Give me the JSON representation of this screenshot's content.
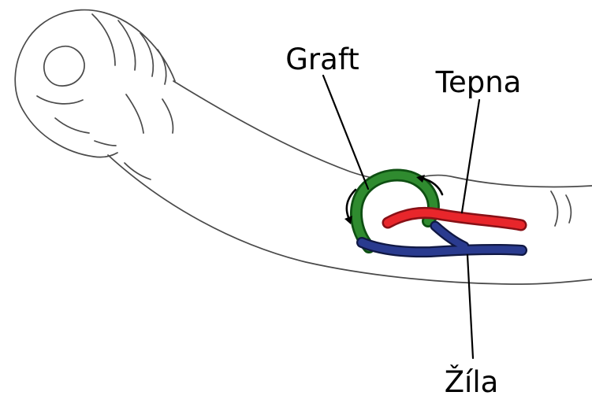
{
  "labels": {
    "graft": "Graft",
    "artery": "Tepna",
    "vein": "Žíla"
  },
  "colors": {
    "graft_core": "#2f8b2f",
    "graft_edge": "#0e4f12",
    "artery_core": "#e8262b",
    "artery_edge": "#871016",
    "vein_core": "#2a3b8f",
    "vein_edge": "#101843",
    "arm_outline": "#4a4a4a",
    "leader_line": "#000000",
    "label_text": "#000000"
  }
}
